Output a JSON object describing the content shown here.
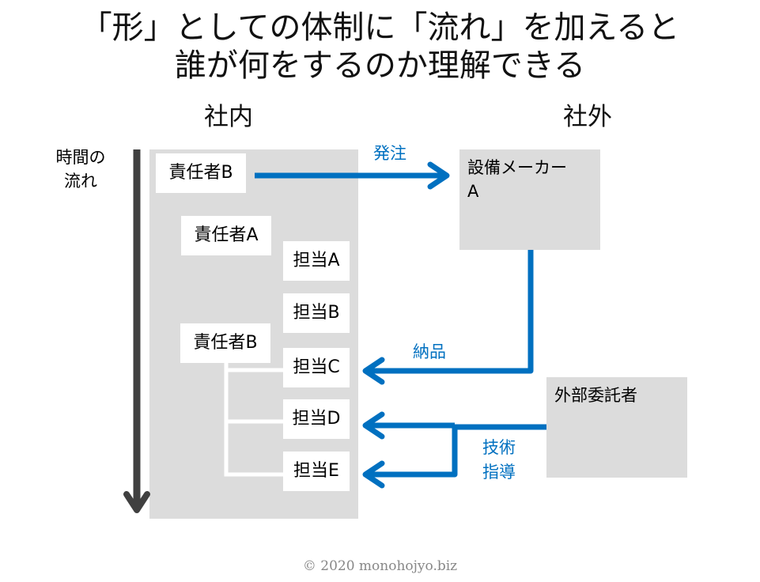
{
  "title": {
    "line1": "「形」としての体制に「流れ」を加えると",
    "line2": "誰が何をするのか理解できる"
  },
  "sections": {
    "internal": "社内",
    "external": "社外"
  },
  "time_axis": {
    "label_line1": "時間の",
    "label_line2": "流れ"
  },
  "internal_roles": [
    {
      "id": "manager-b-top",
      "label": "責任者B"
    },
    {
      "id": "manager-a",
      "label": "責任者A"
    },
    {
      "id": "staff-a",
      "label": "担当A"
    },
    {
      "id": "staff-b",
      "label": "担当B"
    },
    {
      "id": "manager-b-bottom",
      "label": "責任者B"
    },
    {
      "id": "staff-c",
      "label": "担当C"
    },
    {
      "id": "staff-d",
      "label": "担当D"
    },
    {
      "id": "staff-e",
      "label": "担当E"
    }
  ],
  "external_parties": [
    {
      "id": "equipment-maker",
      "label_line1": "設備メーカー",
      "label_line2": "A"
    },
    {
      "id": "contractor",
      "label_line1": "外部委託者"
    }
  ],
  "flows": {
    "order": "発注",
    "delivery": "納品",
    "tech_line1": "技術",
    "tech_line2": "指導"
  },
  "footer": "© 2020 monohojyo.biz",
  "colors": {
    "accent": "#0070c0",
    "panel": "#dcdcdc",
    "timeline": "#404040"
  }
}
